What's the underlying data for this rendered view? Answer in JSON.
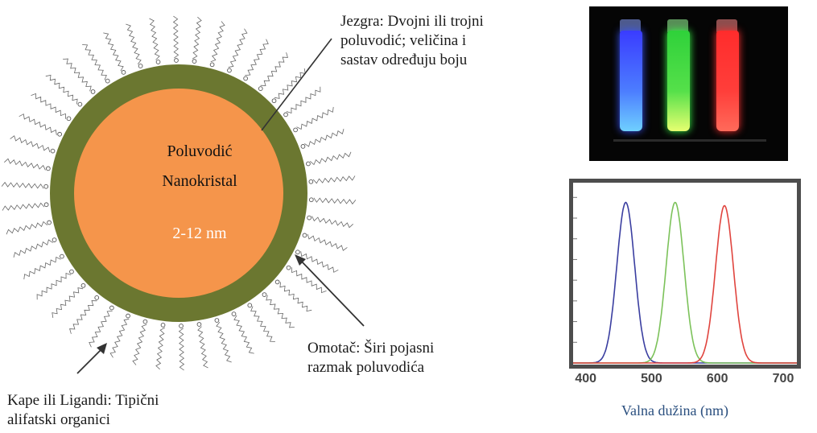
{
  "particle": {
    "core_line1": "Poluvodić",
    "core_line2": "Nanokristal",
    "core_size": "2-12 nm"
  },
  "labels": {
    "core_line1": "Jezgra: Dvojni ili trojni",
    "core_line2": "poluvodić; veličina i",
    "core_line3": "sastav određuju boju",
    "shell_line1": "Omotač: Širi pojasni",
    "shell_line2": "razmak poluvodića",
    "ligand_line1": "Kape ili Ligandi: Tipični",
    "ligand_line2": "alifatski organici"
  },
  "colors": {
    "core": "#f5954b",
    "shell": "#6b7730",
    "blue": "#3a3ea0",
    "green": "#7cc25a",
    "red": "#e0443e"
  },
  "chart_data": {
    "type": "line",
    "xlabel": "Valna dužina (nm)",
    "xticks": [
      400,
      500,
      600,
      700
    ],
    "xlim": [
      380,
      720
    ],
    "ylim": [
      0,
      1.05
    ],
    "series": [
      {
        "peak": 460,
        "fwhm": 32,
        "height": 0.97,
        "color": "#3a3ea0"
      },
      {
        "peak": 535,
        "fwhm": 32,
        "height": 0.97,
        "color": "#7cc25a"
      },
      {
        "peak": 610,
        "fwhm": 32,
        "height": 0.95,
        "color": "#e0443e"
      }
    ]
  }
}
